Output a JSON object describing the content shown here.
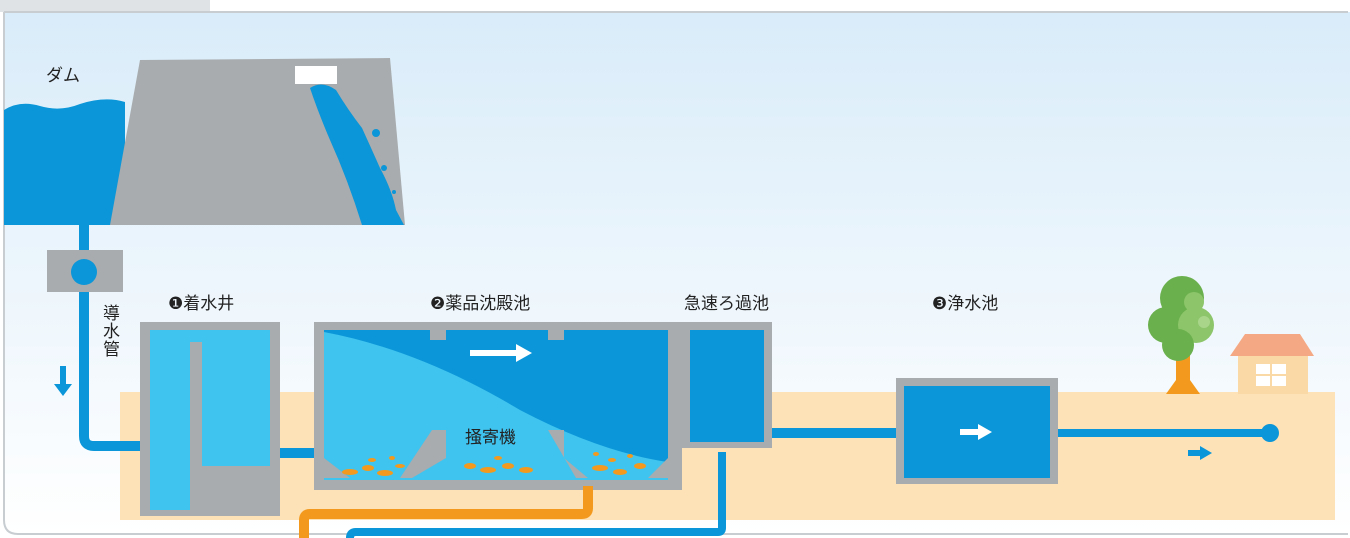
{
  "labels": {
    "dam": "ダム",
    "conduit": "導水管",
    "receiving_well": "❶着水井",
    "sedimentation_basin": "❷薬品沈殿池",
    "rapid_filter": "急速ろ過池",
    "clear_water_reservoir": "❸浄水池",
    "scraper": "掻寄機"
  },
  "colors": {
    "sky_top": "#dceefa",
    "water_dark": "#0a96d8",
    "water_light": "#3fc3ef",
    "ground": "#fde2b8",
    "concrete": "#a8acae",
    "sludge_pipe": "#f39a1e",
    "frame_border": "#c8cdd1"
  }
}
